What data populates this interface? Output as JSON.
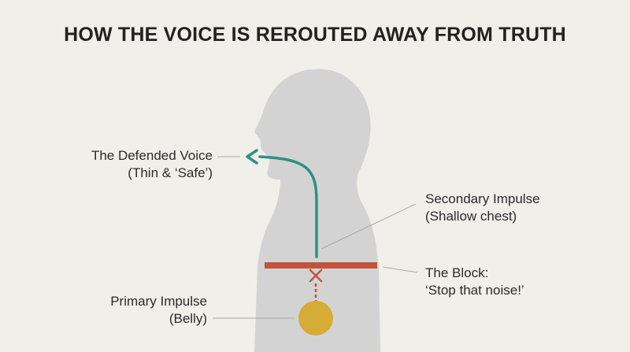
{
  "title": "HOW THE VOICE IS REROUTED AWAY FROM TRUTH",
  "labels": {
    "defended_voice": {
      "line1": "The Defended Voice",
      "line2": "(Thin & ‘Safe’)"
    },
    "secondary_impulse": {
      "line1": "Secondary Impulse",
      "line2": "(Shallow chest)"
    },
    "block": {
      "line1": "The Block:",
      "line2": "‘Stop that noise!’"
    },
    "primary_impulse": {
      "line1": "Primary Impulse",
      "line2": "(Belly)"
    }
  },
  "colors": {
    "background": "#f1efe9",
    "silhouette": "#d3d3d3",
    "voice_path": "#2f8f86",
    "block": "#c0553c",
    "impulse": "#d4ac36",
    "leader_line": "#a8a8a8"
  },
  "icons": [
    "arrow-left-icon",
    "cross-icon"
  ]
}
